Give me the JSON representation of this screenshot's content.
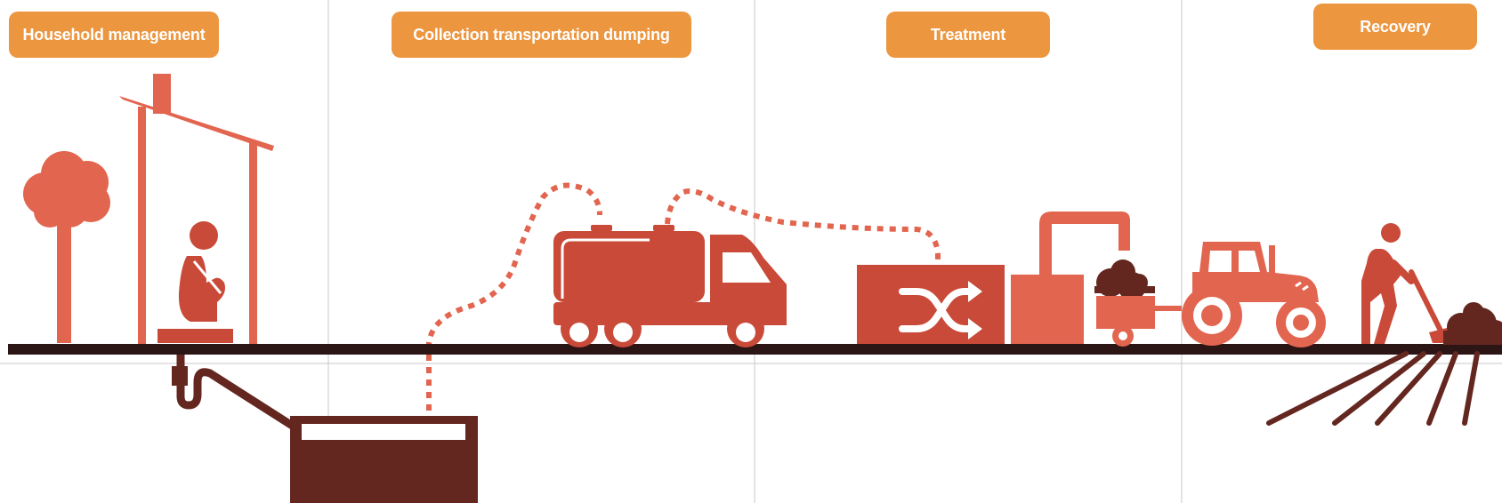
{
  "stages": [
    {
      "id": "household",
      "label": "Household management"
    },
    {
      "id": "collection",
      "label": "Collection transportation dumping"
    },
    {
      "id": "treatment",
      "label": "Treatment"
    },
    {
      "id": "recovery",
      "label": "Recovery"
    }
  ],
  "colors": {
    "label_bg": "#EC963F",
    "primary_red": "#C94A38",
    "light_red": "#E2654F",
    "dark_brown": "#642720",
    "ground": "#2B1515",
    "divider": "#C8C8C8"
  }
}
